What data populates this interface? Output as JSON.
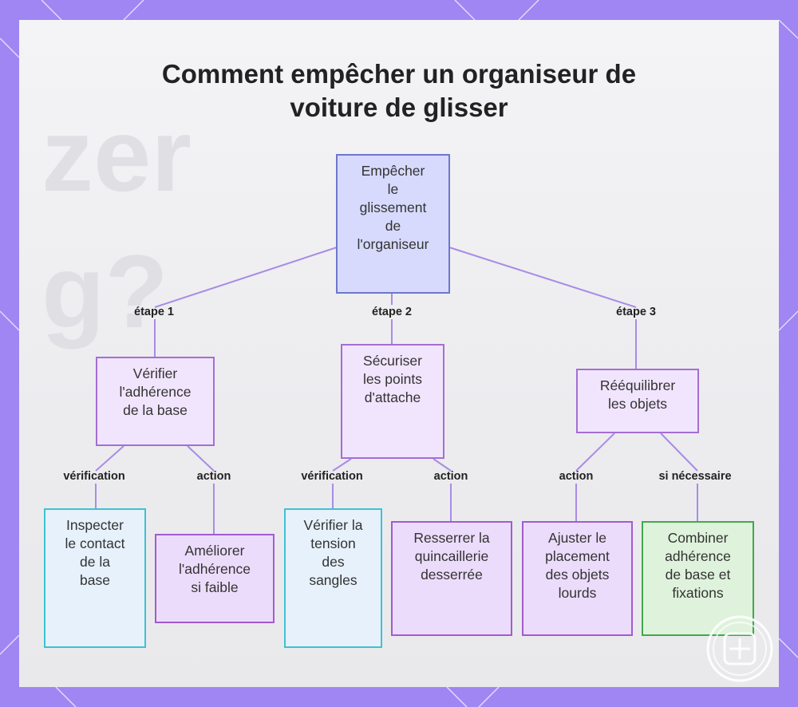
{
  "title_lines": [
    "Comment empêcher un organiseur de",
    "voiture de glisser"
  ],
  "root": {
    "lines": [
      "Empêcher",
      "le",
      "glissement",
      "de",
      "l'organiseur"
    ]
  },
  "steps": [
    {
      "edge_label": "étape 1",
      "lines": [
        "Vérifier",
        "l'adhérence",
        "de la base"
      ]
    },
    {
      "edge_label": "étape 2",
      "lines": [
        "Sécuriser",
        "les points",
        "d'attache"
      ]
    },
    {
      "edge_label": "étape 3",
      "lines": [
        "Rééquilibrer",
        "les objets"
      ]
    }
  ],
  "leaves": [
    {
      "edge_label": "vérification",
      "lines": [
        "Inspecter",
        "le contact",
        "de la",
        "base"
      ]
    },
    {
      "edge_label": "action",
      "lines": [
        "Améliorer",
        "l'adhérence",
        "si faible"
      ]
    },
    {
      "edge_label": "vérification",
      "lines": [
        "Vérifier la",
        "tension",
        "des",
        "sangles"
      ]
    },
    {
      "edge_label": "action",
      "lines": [
        "Resserrer la",
        "quincaillerie",
        "desserrée"
      ]
    },
    {
      "edge_label": "action",
      "lines": [
        "Ajuster le",
        "placement",
        "des objets",
        "lourds"
      ]
    },
    {
      "edge_label": "si nécessaire",
      "lines": [
        "Combiner",
        "adhérence",
        "de base et",
        "fixations"
      ]
    }
  ],
  "colors": {
    "frame": "#9f86f3",
    "connector": "#a98be6",
    "root_fill": "#d7dafc",
    "mid_fill": "#f1e5fd",
    "leaf_purple_fill": "#ecdcfb",
    "leaf_cyan_border": "#3ec2d3",
    "leaf_green_border": "#41a94a"
  },
  "icons": {
    "watermark": "grid-logo-icon"
  }
}
